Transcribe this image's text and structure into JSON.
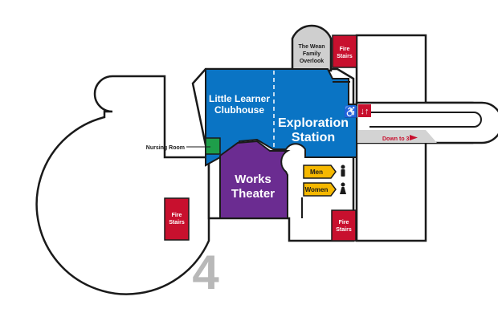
{
  "floor": {
    "number": "4"
  },
  "rooms": {
    "little_learner": {
      "line1": "Little Learner",
      "line2": "Clubhouse"
    },
    "exploration": {
      "line1": "Exploration",
      "line2": "Station"
    },
    "works_theater": {
      "line1": "Works",
      "line2": "Theater"
    },
    "overlook": {
      "line1": "The Wean",
      "line2": "Family",
      "line3": "Overlook"
    },
    "nursing_room": {
      "label": "Nursing Room"
    }
  },
  "amenities": {
    "men": "Men",
    "women": "Women"
  },
  "stairs": {
    "top": {
      "line1": "Fire",
      "line2": "Stairs"
    },
    "left": {
      "line1": "Fire",
      "line2": "Stairs"
    },
    "bottom": {
      "line1": "Fire",
      "line2": "Stairs"
    }
  },
  "ramp": {
    "label": "Down to 3"
  },
  "colors": {
    "blue": "#0a74c4",
    "purple": "#6b2c91",
    "red": "#c8102e",
    "yellow": "#f5b800",
    "green": "#1e9e4a",
    "gray": "#cfcfcf",
    "ramp_gray": "#d3d3d3",
    "floor_number": "#b8b8b8",
    "outline": "#1a1a1a"
  },
  "icons": {
    "accessible": "wheelchair-icon",
    "elevator": "elevator-icon",
    "men_person": "man-icon",
    "women_person": "woman-icon",
    "arrow": "arrow-right-icon"
  }
}
